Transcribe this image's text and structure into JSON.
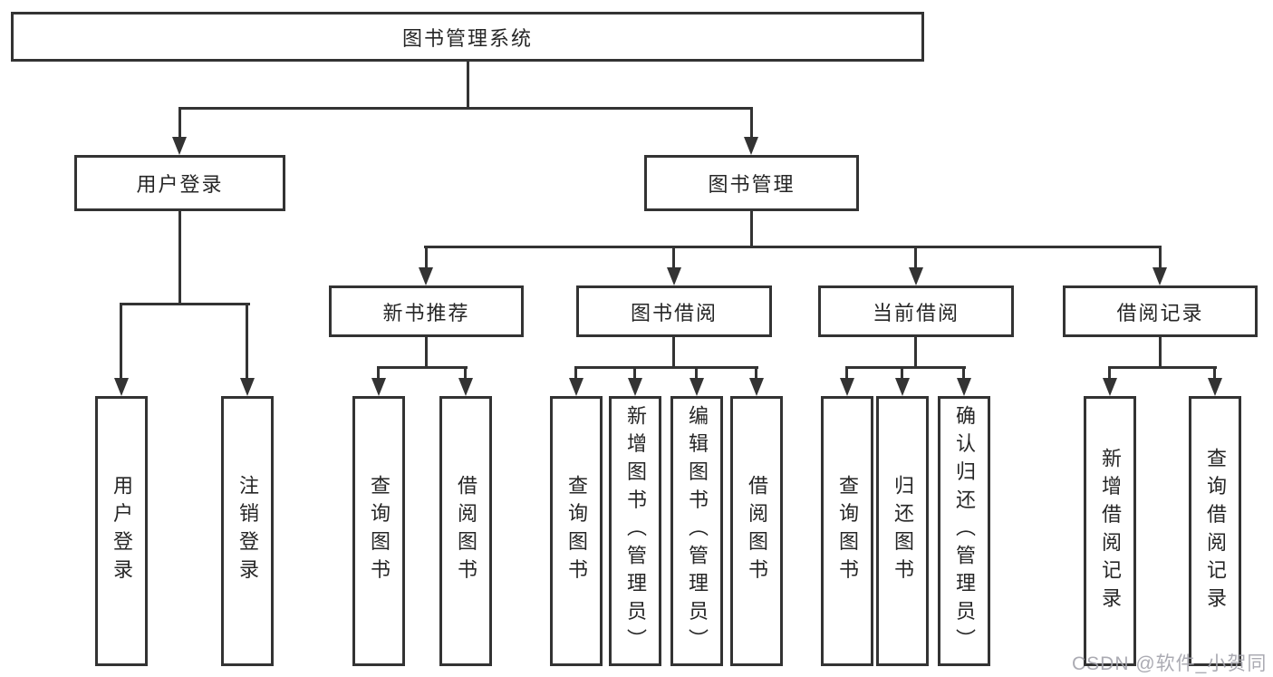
{
  "diagram_type": "hierarchy-tree",
  "colors": {
    "line": "#333333",
    "text": "#262626",
    "watermark": "#a3a3ab",
    "background": "#ffffff"
  },
  "tree": {
    "label": "图书管理系统",
    "children": [
      {
        "label": "用户登录",
        "children": [
          {
            "label": "用户登录"
          },
          {
            "label": "注销登录"
          }
        ]
      },
      {
        "label": "图书管理",
        "children": [
          {
            "label": "新书推荐",
            "children": [
              {
                "label": "查询图书"
              },
              {
                "label": "借阅图书"
              }
            ]
          },
          {
            "label": "图书借阅",
            "children": [
              {
                "label": "查询图书"
              },
              {
                "label": "新增图书（管理员）"
              },
              {
                "label": "编辑图书（管理员）"
              },
              {
                "label": "借阅图书"
              }
            ]
          },
          {
            "label": "当前借阅",
            "children": [
              {
                "label": "查询图书"
              },
              {
                "label": "归还图书"
              },
              {
                "label": "确认归还（管理员）"
              }
            ]
          },
          {
            "label": "借阅记录",
            "children": [
              {
                "label": "新增借阅记录"
              },
              {
                "label": "查询借阅记录"
              }
            ]
          }
        ]
      }
    ]
  },
  "watermark": {
    "text": "CSDN @软件_小贺同学"
  }
}
